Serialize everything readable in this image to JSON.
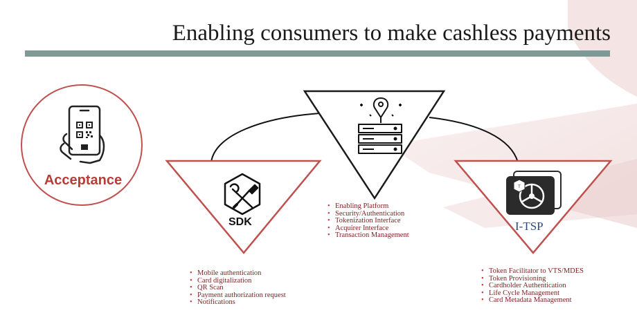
{
  "title": "Enabling consumers to make cashless payments",
  "acceptance": {
    "label": "Acceptance",
    "icon": "qr-phone-icon"
  },
  "sdk": {
    "icon_label": "SDK",
    "icon": "wrench-screwdriver-icon",
    "items": [
      "Mobile authentication",
      "Card digitalization",
      "QR Scan",
      "Payment authorization request",
      "Notifications"
    ]
  },
  "platform": {
    "icon": "server-location-icon",
    "items": [
      "Enabling Platform",
      "Security/Authentication",
      "Tokenization Interface",
      "Acquirer Interface",
      "Transaction Management"
    ]
  },
  "itsp": {
    "label": "I-TSP",
    "icon": "token-card-icon",
    "items": [
      "Token Facilitator to VTS/MDES",
      "Token Provisioning",
      "Cardholder Authentication",
      "Life Cycle Management",
      "Card Metadata Management"
    ]
  },
  "colors": {
    "accent": "#c0504d",
    "title_bar": "#7f9a96",
    "list_text": "#7a1f1f",
    "itsp_text": "#2c4a7e"
  }
}
